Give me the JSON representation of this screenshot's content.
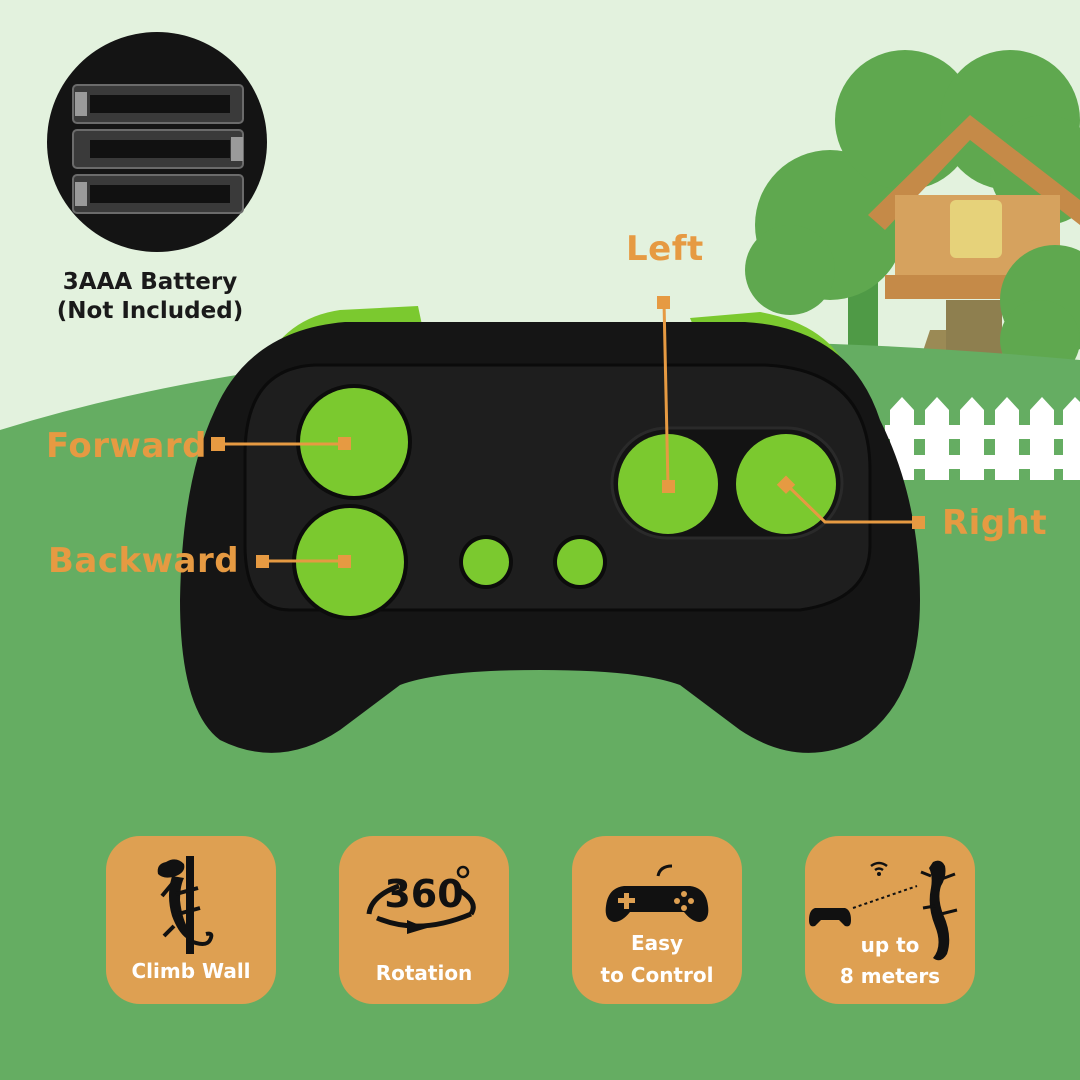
{
  "battery": {
    "line1": "3AAA Battery",
    "line2": "(Not Included)"
  },
  "labels": {
    "forward": "Forward",
    "backward": "Backward",
    "left": "Left",
    "right": "Right"
  },
  "features": [
    {
      "icon": "chameleon-icon",
      "line1": "Climb Wall",
      "line2": ""
    },
    {
      "icon": "rotation-360-icon",
      "number": "360",
      "line1": "Rotation",
      "line2": ""
    },
    {
      "icon": "gamepad-icon",
      "line1": "Easy",
      "line2": "to Control"
    },
    {
      "icon": "remote-range-icon",
      "line1": "up to",
      "line2": "8 meters"
    }
  ],
  "colors": {
    "background_light": "#e3f2de",
    "grass": "#65ad62",
    "controller_body": "#151515",
    "button_green": "#7bc92f",
    "label_orange": "#e69a42",
    "badge": "#dea052"
  }
}
